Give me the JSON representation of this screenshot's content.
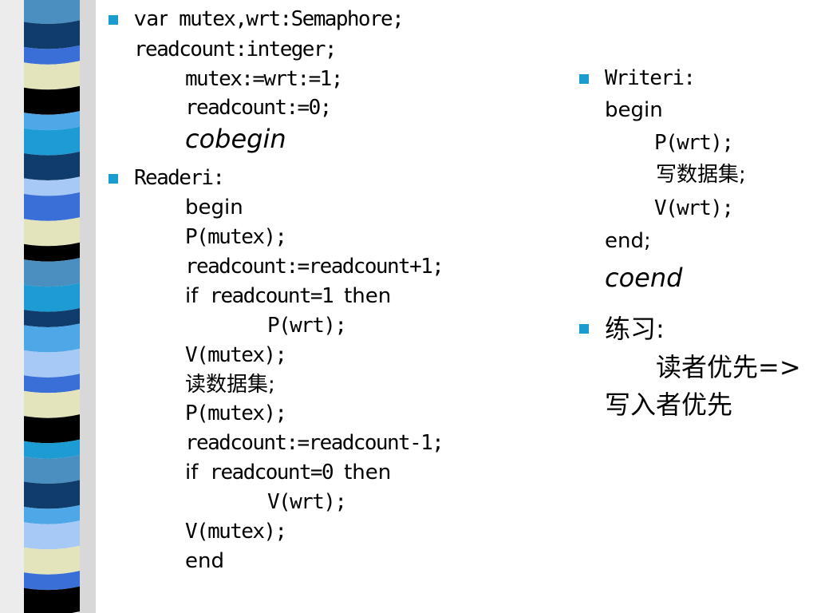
{
  "theme": {
    "bullet_color": "#1a9ccf",
    "stripe_colors": [
      "#4a8fbf",
      "#0f3c6b",
      "#3a6fd8",
      "#e4e4bc",
      "#000000",
      "#4ea8e8",
      "#1d9bd3",
      "#a7c9f5"
    ]
  },
  "left": {
    "var_block": {
      "kw_var": "var",
      "line1_rest": " mutex,wrt:Semaphore;",
      "line2": "readcount:integer;",
      "line3": "mutex:=wrt:=1;",
      "line4": "readcount:=0;",
      "line5": "cobegin"
    },
    "reader_block": {
      "title": "Readeri:",
      "begin": "begin",
      "p_mutex_1": "P(mutex);",
      "inc": "readcount:=readcount+1;",
      "if1_kw": "if",
      "if1_cond": " readcount=1 ",
      "if1_then": "then",
      "p_wrt": "P(wrt);",
      "v_mutex_1": "V(mutex);",
      "read_data": "读数据集;",
      "p_mutex_2": "P(mutex);",
      "dec": "readcount:=readcount-1;",
      "if2_kw": "if",
      "if2_cond": " readcount=0 ",
      "if2_then": "then",
      "v_wrt": "V(wrt);",
      "v_mutex_2": "V(mutex);",
      "end": "end"
    }
  },
  "right": {
    "writer_block": {
      "title": "Writeri:",
      "begin": "begin",
      "p_wrt": "P(wrt);",
      "write_data": "写数据集;",
      "v_wrt": "V(wrt);",
      "end": "end;",
      "coend": "coend"
    },
    "exercise_block": {
      "title": "练习:",
      "line1": "读者优先=>",
      "line2": "写入者优先"
    }
  }
}
